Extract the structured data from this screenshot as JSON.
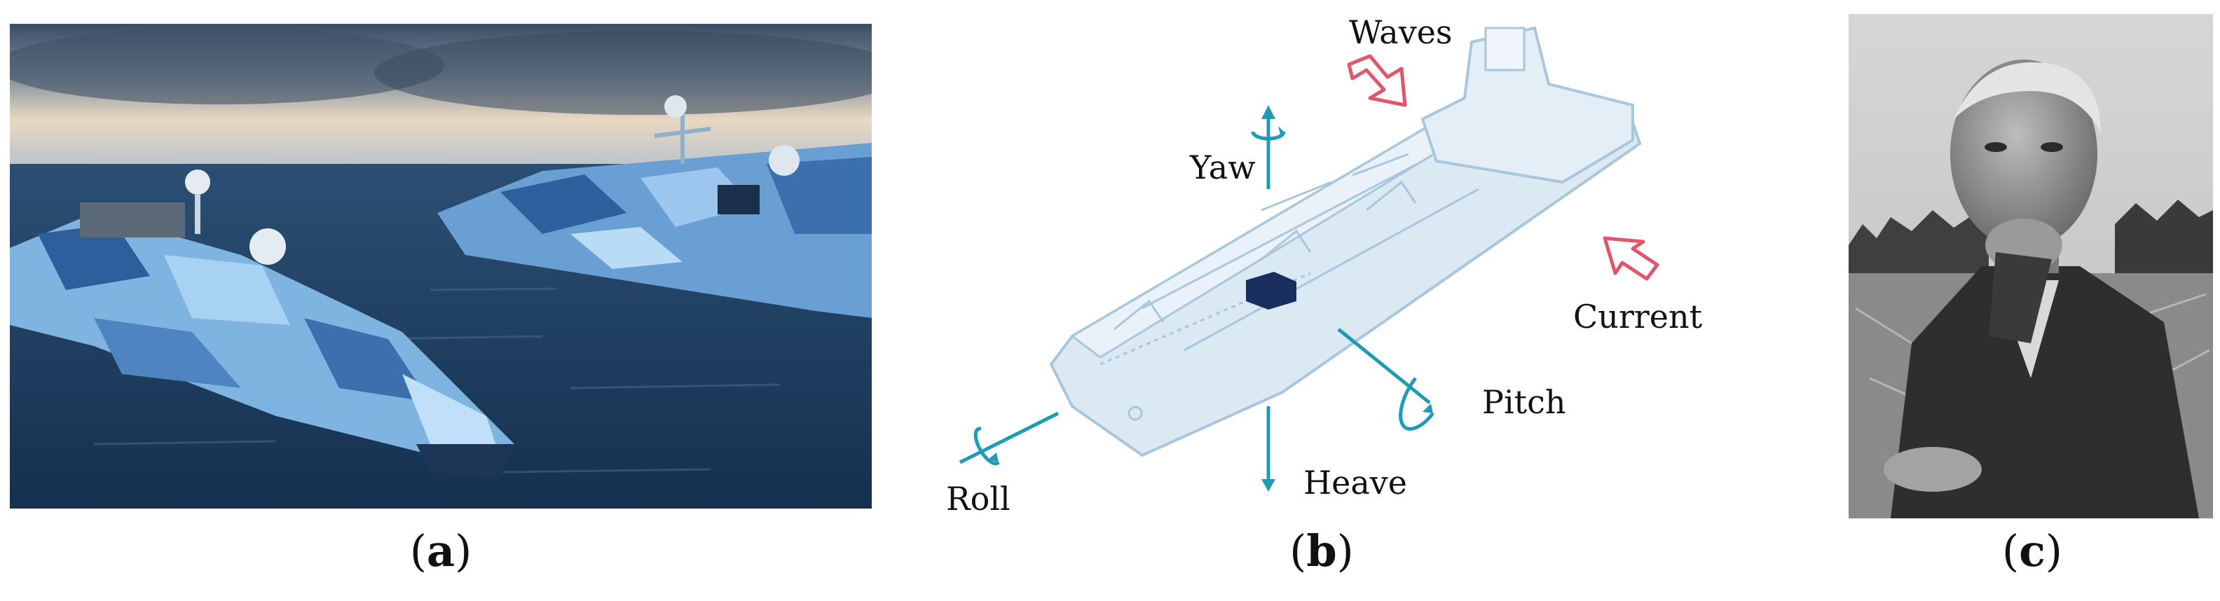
{
  "figure": {
    "panels": [
      {
        "id": "a",
        "caption": "a"
      },
      {
        "id": "b",
        "caption": "b"
      },
      {
        "id": "c",
        "caption": "c"
      }
    ],
    "diagram": {
      "labels": {
        "waves": "Waves",
        "yaw": "Yaw",
        "current": "Current",
        "pitch": "Pitch",
        "roll": "Roll",
        "heave": "Heave"
      },
      "colors": {
        "axis": "#1f9bb4",
        "arrow": "#e0566a",
        "hull": "#dbe9f3",
        "hull_stroke": "#a9c7dc",
        "sensor": "#1b2f5e"
      }
    }
  }
}
